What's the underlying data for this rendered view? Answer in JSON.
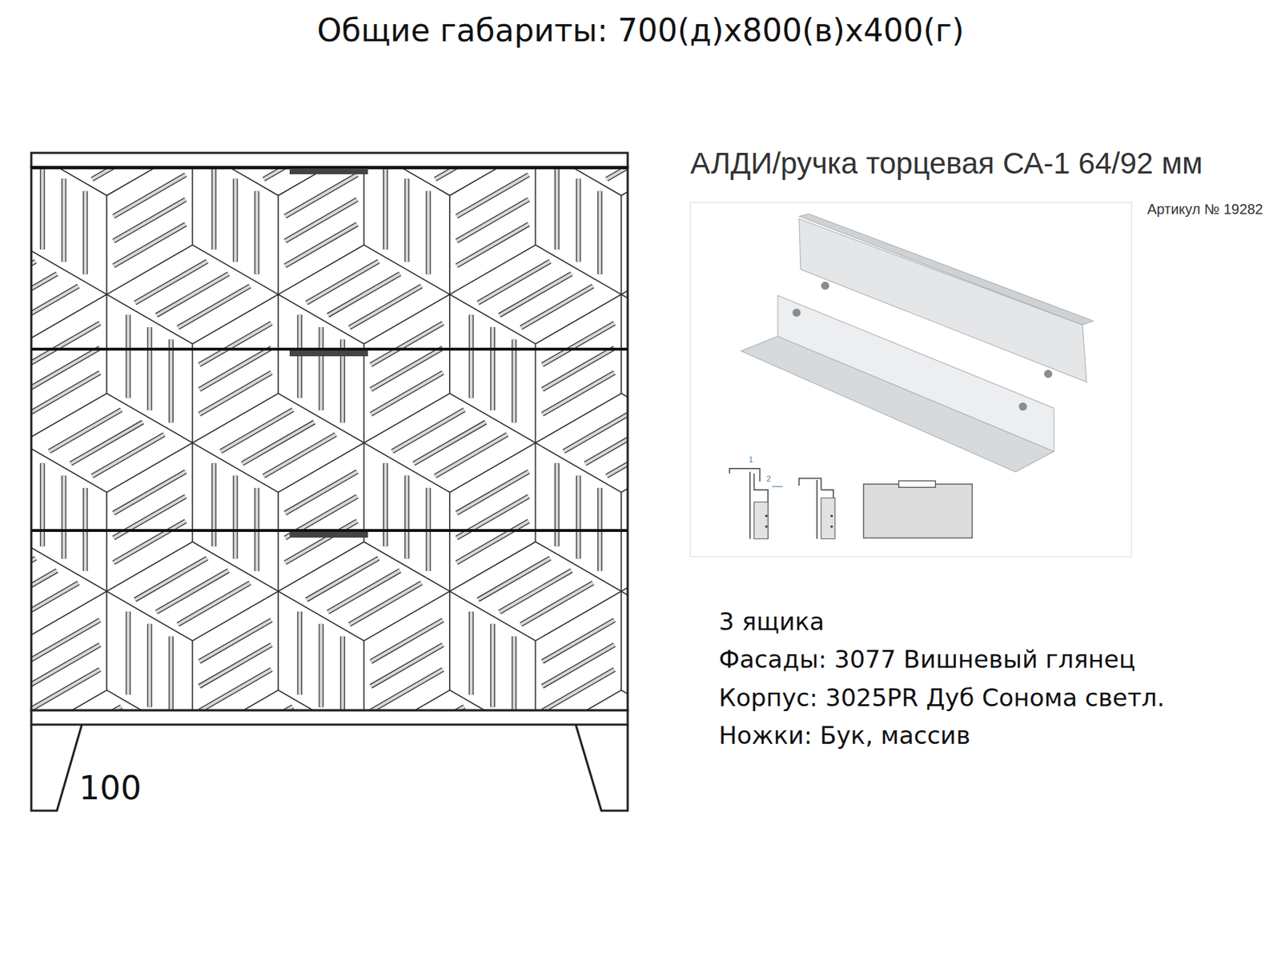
{
  "diagram": {
    "title": "Общие габариты: 700(д)х800(в)х400(г)",
    "labels": [
      "100",
      "АЛДИ/ручка торцевая СА-1 64/92 мм",
      "Артикул № 19282",
      "1",
      "2",
      "3 ящика",
      "Фасады: 3077 Вишневый глянец",
      "Корпус: 3025PR Дуб Сонома светл.",
      "Ножки: Бук, массив"
    ]
  }
}
